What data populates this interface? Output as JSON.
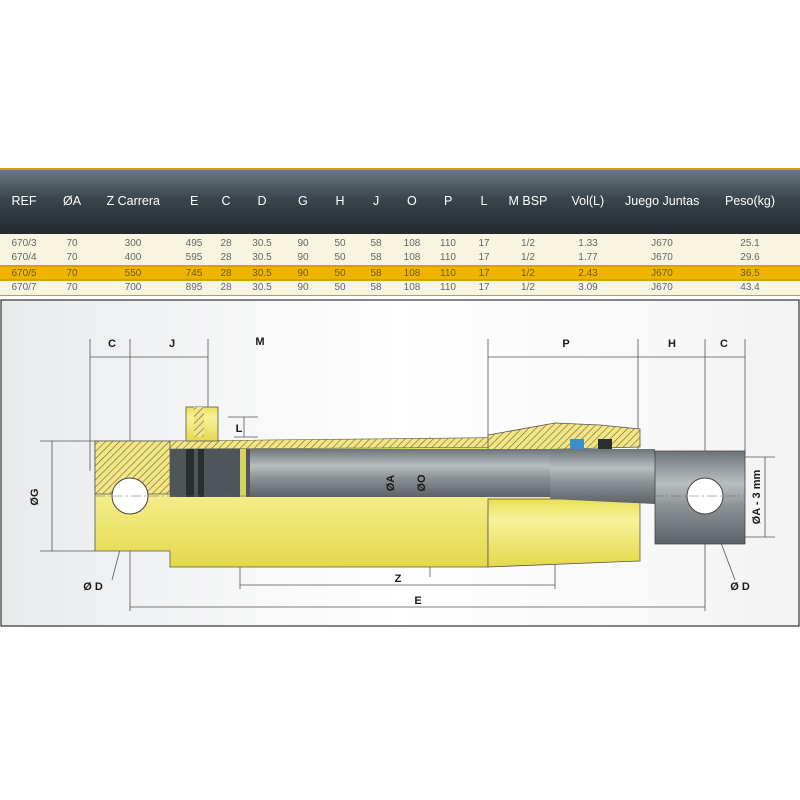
{
  "table": {
    "headers": [
      "REF",
      "ØA",
      "Z Carrera",
      "E",
      "C",
      "D",
      "G",
      "H",
      "J",
      "O",
      "P",
      "L",
      "M BSP",
      "Vol(L)",
      "Juego Juntas",
      "Peso(kg)"
    ],
    "rows": [
      [
        "670/3",
        "70",
        "300",
        "495",
        "28",
        "30.5",
        "90",
        "50",
        "58",
        "108",
        "110",
        "17",
        "1/2",
        "1.33",
        "J670",
        "25.1"
      ],
      [
        "670/4",
        "70",
        "400",
        "595",
        "28",
        "30.5",
        "90",
        "50",
        "58",
        "108",
        "110",
        "17",
        "1/2",
        "1.77",
        "J670",
        "29.6"
      ],
      [
        "670/5",
        "70",
        "550",
        "745",
        "28",
        "30.5",
        "90",
        "50",
        "58",
        "108",
        "110",
        "17",
        "1/2",
        "2.43",
        "J670",
        "36.5"
      ],
      [
        "670/7",
        "70",
        "700",
        "895",
        "28",
        "30.5",
        "90",
        "50",
        "58",
        "108",
        "110",
        "17",
        "1/2",
        "3.09",
        "J670",
        "43.4"
      ]
    ],
    "highlighted_row": 2
  },
  "drawing": {
    "labels": {
      "C_left": "C",
      "J": "J",
      "M": "M",
      "L": "L",
      "P": "P",
      "H": "H",
      "C_right": "C",
      "G": "ØG",
      "A": "ØA",
      "O": "ØO",
      "D_left": "Ø D",
      "D_right": "Ø D",
      "Z": "Z",
      "E": "E",
      "A_minus": "ØA - 3 mm"
    },
    "colors": {
      "yellow": "#f4ec7a",
      "steel": "#8c9296",
      "table_gold": "#f0b400"
    }
  }
}
